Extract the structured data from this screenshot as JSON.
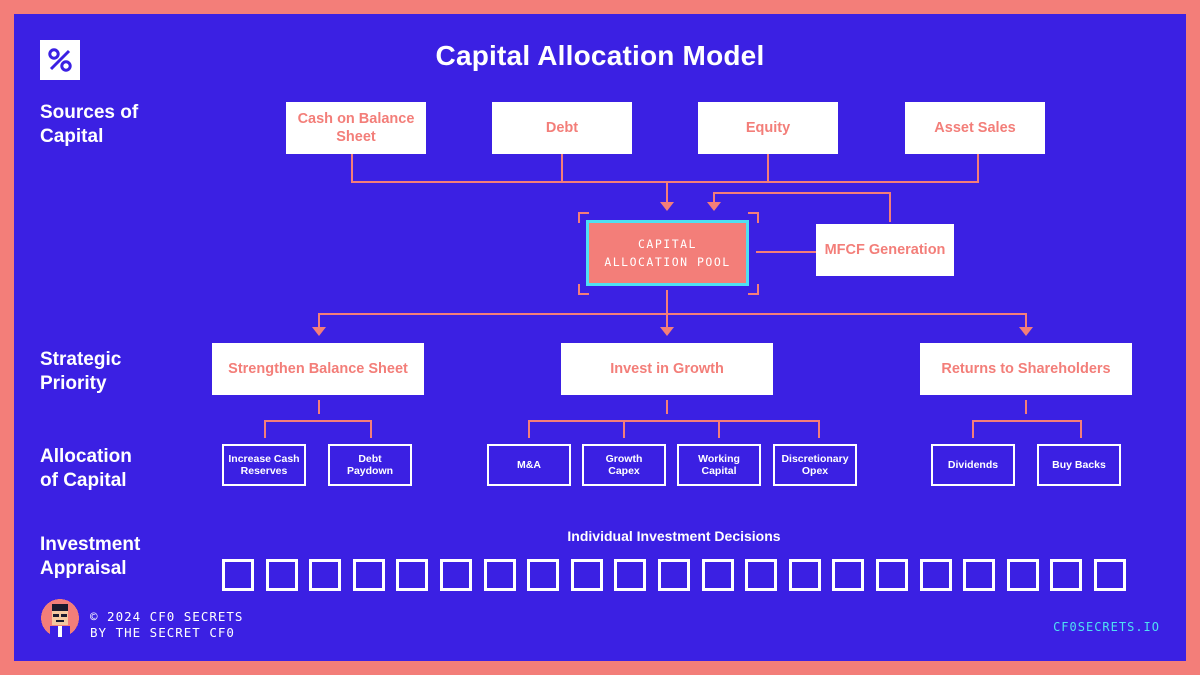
{
  "title": "Capital Allocation Model",
  "row_labels": {
    "sources": "Sources of\nCapital",
    "strategic": "Strategic\nPriority",
    "allocation": "Allocation\nof Capital",
    "appraisal": "Investment\nAppraisal"
  },
  "sources": [
    "Cash on Balance Sheet",
    "Debt",
    "Equity",
    "Asset Sales"
  ],
  "pool": "CAPITAL\nALLOCATION POOL",
  "mfcf": "MFCF Generation",
  "priorities": [
    "Strengthen Balance Sheet",
    "Invest in Growth",
    "Returns to Shareholders"
  ],
  "allocations": {
    "balance_sheet": [
      "Increase Cash Reserves",
      "Debt Paydown"
    ],
    "growth": [
      "M&A",
      "Growth Capex",
      "Working Capital",
      "Discretionary Opex"
    ],
    "shareholders": [
      "Dividends",
      "Buy Backs"
    ]
  },
  "investment_decisions_label": "Individual Investment Decisions",
  "investment_decision_count": 21,
  "footer": {
    "copyright": "© 2024 CF0 SECRETS",
    "byline": "BY THE SECRET CF0",
    "site": "CF0SECRETS.IO"
  },
  "colors": {
    "background": "#3B20E3",
    "accent": "#F37E79",
    "highlight": "#4FE0F2",
    "box": "#FFFFFF"
  },
  "icons": [
    "percent-logo-icon",
    "cfo-avatar-icon"
  ]
}
